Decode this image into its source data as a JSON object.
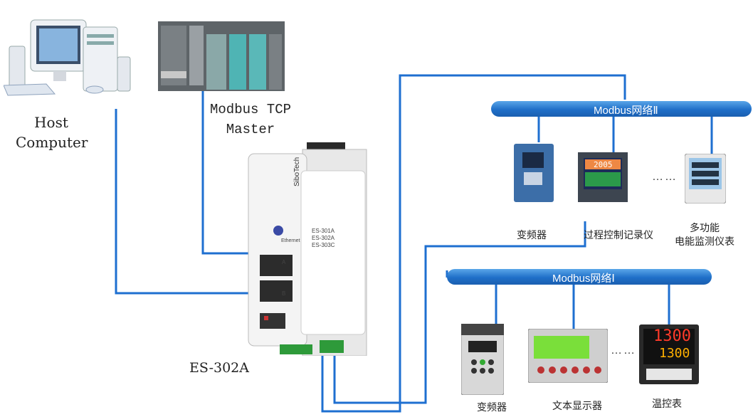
{
  "host_computer": {
    "line1": "Host",
    "line2": "Computer"
  },
  "plc": {
    "line1": "Modbus TCP",
    "line2": "Master"
  },
  "gateway": {
    "model_label": "ES-302A",
    "brand": "SiboTech",
    "options": [
      "ES-301A",
      "ES-302A",
      "ES-303C"
    ],
    "port_label": "Ethernet",
    "port_a": "A",
    "port_b": "B"
  },
  "network2": {
    "label": "Modbus网络Ⅱ",
    "devices": [
      {
        "label": "变频器"
      },
      {
        "label": "过程控制记录仪",
        "display": "2005"
      },
      {
        "label_line1": "多功能",
        "label_line2": "电能监测仪表"
      }
    ],
    "ellipsis": "……"
  },
  "network1": {
    "label": "Modbus网络Ⅰ",
    "devices": [
      {
        "label": "变频器"
      },
      {
        "label": "文本显示器"
      },
      {
        "label": "温控表",
        "display_top": "1300",
        "display_bottom": "1300"
      }
    ],
    "ellipsis": "……"
  },
  "colors": {
    "wire": "#1e6fd0",
    "bus": "#1f6fc8"
  }
}
